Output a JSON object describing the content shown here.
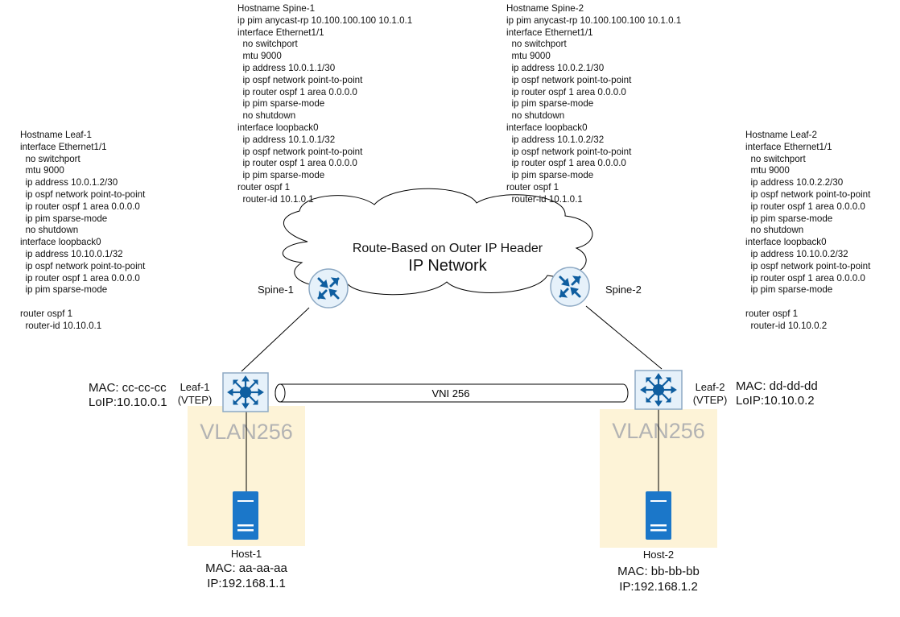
{
  "cloud": {
    "subtitle": "Route-Based on Outer IP Header",
    "title": "IP Network"
  },
  "spines": [
    {
      "label": "Spine-1"
    },
    {
      "label": "Spine-2"
    }
  ],
  "leaves": [
    {
      "label": "Leaf-1",
      "role": "(VTEP)",
      "mac": "MAC: cc-cc-cc",
      "loip": "LoIP:10.10.0.1"
    },
    {
      "label": "Leaf-2",
      "role": "(VTEP)",
      "mac": "MAC: dd-dd-dd",
      "loip": "LoIP:10.10.0.2"
    }
  ],
  "tunnel": {
    "label": "VNI 256"
  },
  "vlans": [
    {
      "label": "VLAN256"
    },
    {
      "label": "VLAN256"
    }
  ],
  "hosts": [
    {
      "label": "Host-1",
      "mac": "MAC: aa-aa-aa",
      "ip": "IP:192.168.1.1"
    },
    {
      "label": "Host-2",
      "mac": "MAC: bb-bb-bb",
      "ip": "IP:192.168.1.2"
    }
  ],
  "configs": {
    "spine1": [
      "Hostname Spine-1",
      "ip pim anycast-rp 10.100.100.100 10.1.0.1",
      "interface Ethernet1/1",
      "  no switchport",
      "  mtu 9000",
      "  ip address 10.0.1.1/30",
      "  ip ospf network point-to-point",
      "  ip router ospf 1 area 0.0.0.0",
      "  ip pim sparse-mode",
      "  no shutdown",
      "interface loopback0",
      "  ip address 10.1.0.1/32",
      "  ip ospf network point-to-point",
      "  ip router ospf 1 area 0.0.0.0",
      "  ip pim sparse-mode",
      "router ospf 1",
      "  router-id 10.1.0.1"
    ],
    "spine2": [
      "Hostname Spine-2",
      "ip pim anycast-rp 10.100.100.100 10.1.0.1",
      "interface Ethernet1/1",
      "  no switchport",
      "  mtu 9000",
      "  ip address 10.0.2.1/30",
      "  ip ospf network point-to-point",
      "  ip router ospf 1 area 0.0.0.0",
      "  ip pim sparse-mode",
      "  no shutdown",
      "interface loopback0",
      "  ip address 10.1.0.2/32",
      "  ip ospf network point-to-point",
      "  ip router ospf 1 area 0.0.0.0",
      "  ip pim sparse-mode",
      "router ospf 1",
      "  router-id 10.1.0.1"
    ],
    "leaf1": [
      "Hostname Leaf-1",
      "interface Ethernet1/1",
      "  no switchport",
      "  mtu 9000",
      "  ip address 10.0.1.2/30",
      "  ip ospf network point-to-point",
      "  ip router ospf 1 area 0.0.0.0",
      "  ip pim sparse-mode",
      "  no shutdown",
      "interface loopback0",
      "  ip address 10.10.0.1/32",
      "  ip ospf network point-to-point",
      "  ip router ospf 1 area 0.0.0.0",
      "  ip pim sparse-mode",
      "",
      "router ospf 1",
      "  router-id 10.10.0.1"
    ],
    "leaf2": [
      "Hostname Leaf-2",
      "interface Ethernet1/1",
      "  no switchport",
      "  mtu 9000",
      "  ip address 10.0.2.2/30",
      "  ip ospf network point-to-point",
      "  ip router ospf 1 area 0.0.0.0",
      "  ip pim sparse-mode",
      "  no shutdown",
      "interface loopback0",
      "  ip address 10.10.0.2/32",
      "  ip ospf network point-to-point",
      "  ip router ospf 1 area 0.0.0.0",
      "  ip pim sparse-mode",
      "",
      "router ospf 1",
      "  router-id 10.10.0.2"
    ]
  },
  "colors": {
    "vlan_fill": "#fdf3d7",
    "vlan_text": "#b3b3b3",
    "spine_fill": "#e6f1fa",
    "switch_fill": "#e6f1fa",
    "icon": "#0f5ea0",
    "host_icon": "#1b77c9"
  }
}
